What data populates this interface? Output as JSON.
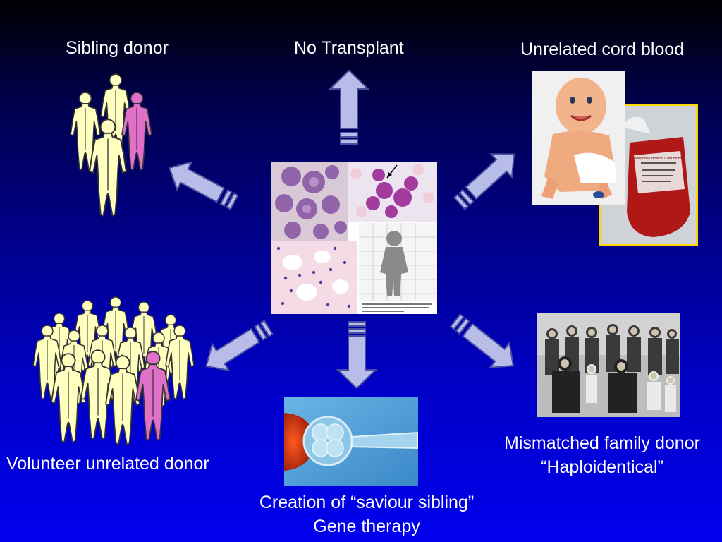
{
  "labels": {
    "sibling": "Sibling donor",
    "no_transplant": "No Transplant",
    "cord_blood": "Unrelated cord blood",
    "volunteer": "Volunteer unrelated donor",
    "mismatched_line1": "Mismatched family donor",
    "mismatched_line2": "“Haploidentical”",
    "saviour_line1": "Creation of “saviour sibling”",
    "gene_therapy": "Gene therapy"
  },
  "cord_blood_bag_label": "Placental/Umbilical Cord Blood",
  "colors": {
    "arrow_fill": "#b8bce8",
    "arrow_stroke": "#4a4ea0",
    "figure_fill": "#ffffc0",
    "figure_highlight": "#e070c8",
    "bag_border": "#ffd700"
  }
}
